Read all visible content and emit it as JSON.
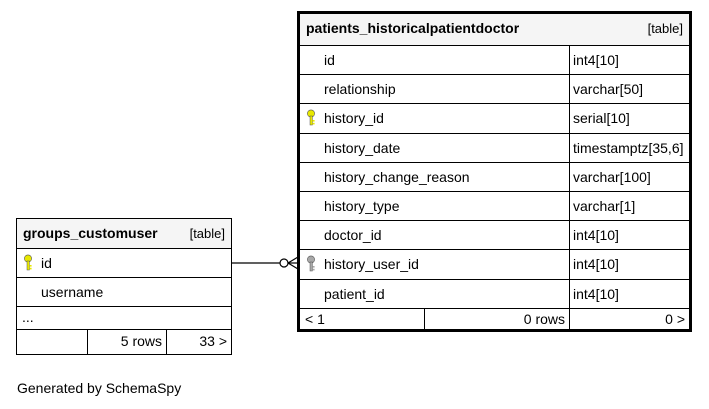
{
  "right_table": {
    "name": "patients_historicalpatientdoctor",
    "kind": "[table]",
    "columns": [
      {
        "name": "id",
        "type": "int4[10]",
        "key": "none"
      },
      {
        "name": "relationship",
        "type": "varchar[50]",
        "key": "none"
      },
      {
        "name": "history_id",
        "type": "serial[10]",
        "key": "primary"
      },
      {
        "name": "history_date",
        "type": "timestamptz[35,6]",
        "key": "none"
      },
      {
        "name": "history_change_reason",
        "type": "varchar[100]",
        "key": "none"
      },
      {
        "name": "history_type",
        "type": "varchar[1]",
        "key": "none"
      },
      {
        "name": "doctor_id",
        "type": "int4[10]",
        "key": "none"
      },
      {
        "name": "history_user_id",
        "type": "int4[10]",
        "key": "foreign"
      },
      {
        "name": "patient_id",
        "type": "int4[10]",
        "key": "none"
      }
    ],
    "footer": {
      "parents": "< 1",
      "rows": "0 rows",
      "children": "0 >"
    }
  },
  "left_table": {
    "name": "groups_customuser",
    "kind": "[table]",
    "columns": [
      {
        "name": "id",
        "key": "primary"
      },
      {
        "name": "username",
        "key": "none"
      }
    ],
    "more": "...",
    "footer": {
      "parents": "",
      "rows": "5 rows",
      "children": "33 >"
    }
  },
  "caption": "Generated by SchemaSpy",
  "colors": {
    "primary_key": "#e8e800",
    "foreign_key": "#a8a8a8",
    "header_bg": "#f5f5f5"
  }
}
